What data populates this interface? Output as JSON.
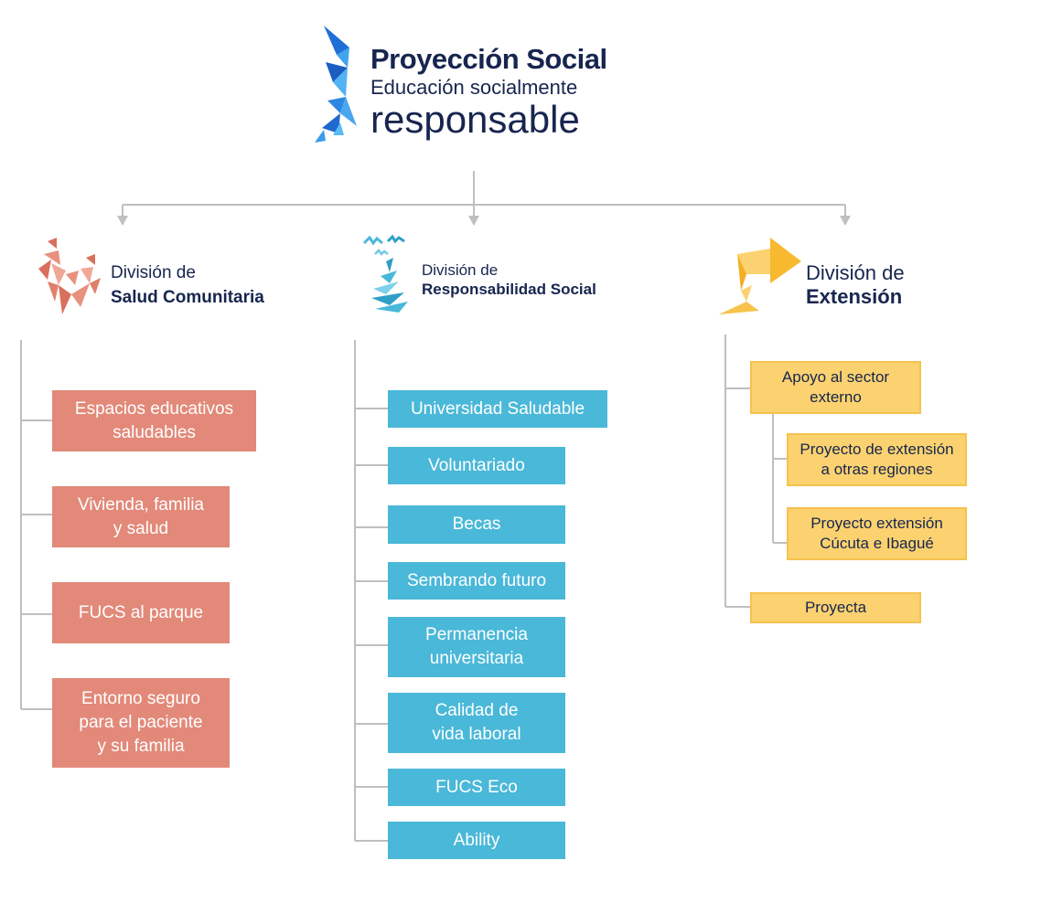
{
  "header": {
    "title_line1": "Proyección Social",
    "title_line2": "Educación socialmente",
    "title_line3": "responsable",
    "logo_icon": "blue-origami-map-icon"
  },
  "colors": {
    "navy": "#17254f",
    "salmon": "#e28979",
    "blue": "#4ab8d8",
    "yellow": "#fbd26f",
    "connector": "#bfbfbf"
  },
  "divisions": [
    {
      "label_line1": "División de",
      "label_line2": "Salud Comunitaria",
      "icon": "people-origami-icon",
      "items": [
        {
          "lines": [
            "Espacios educativos",
            "saludables"
          ]
        },
        {
          "lines": [
            "Vivienda, familia",
            "y salud"
          ]
        },
        {
          "lines": [
            "FUCS al parque"
          ]
        },
        {
          "lines": [
            "Entorno seguro",
            "para el paciente",
            "y su familia"
          ]
        }
      ]
    },
    {
      "label_line1": "División de",
      "label_line2": "Responsabilidad Social",
      "icon": "tree-birds-icon",
      "items": [
        {
          "lines": [
            "Universidad Saludable"
          ]
        },
        {
          "lines": [
            "Voluntariado"
          ]
        },
        {
          "lines": [
            "Becas"
          ]
        },
        {
          "lines": [
            "Sembrando futuro"
          ]
        },
        {
          "lines": [
            "Permanencia",
            "universitaria"
          ]
        },
        {
          "lines": [
            "Calidad de",
            "vida laboral"
          ]
        },
        {
          "lines": [
            "FUCS Eco"
          ]
        },
        {
          "lines": [
            "Ability"
          ]
        }
      ]
    },
    {
      "label_line1": "División de",
      "label_line2": "Extensión",
      "icon": "arrow-ribbon-icon",
      "items": [
        {
          "lines": [
            "Apoyo al sector",
            "externo"
          ]
        },
        {
          "lines": [
            "Proyecto de extensión",
            "a otras regiones"
          ]
        },
        {
          "lines": [
            "Proyecto extensión",
            "Cúcuta e Ibagué"
          ]
        },
        {
          "lines": [
            "Proyecta"
          ]
        }
      ]
    }
  ]
}
